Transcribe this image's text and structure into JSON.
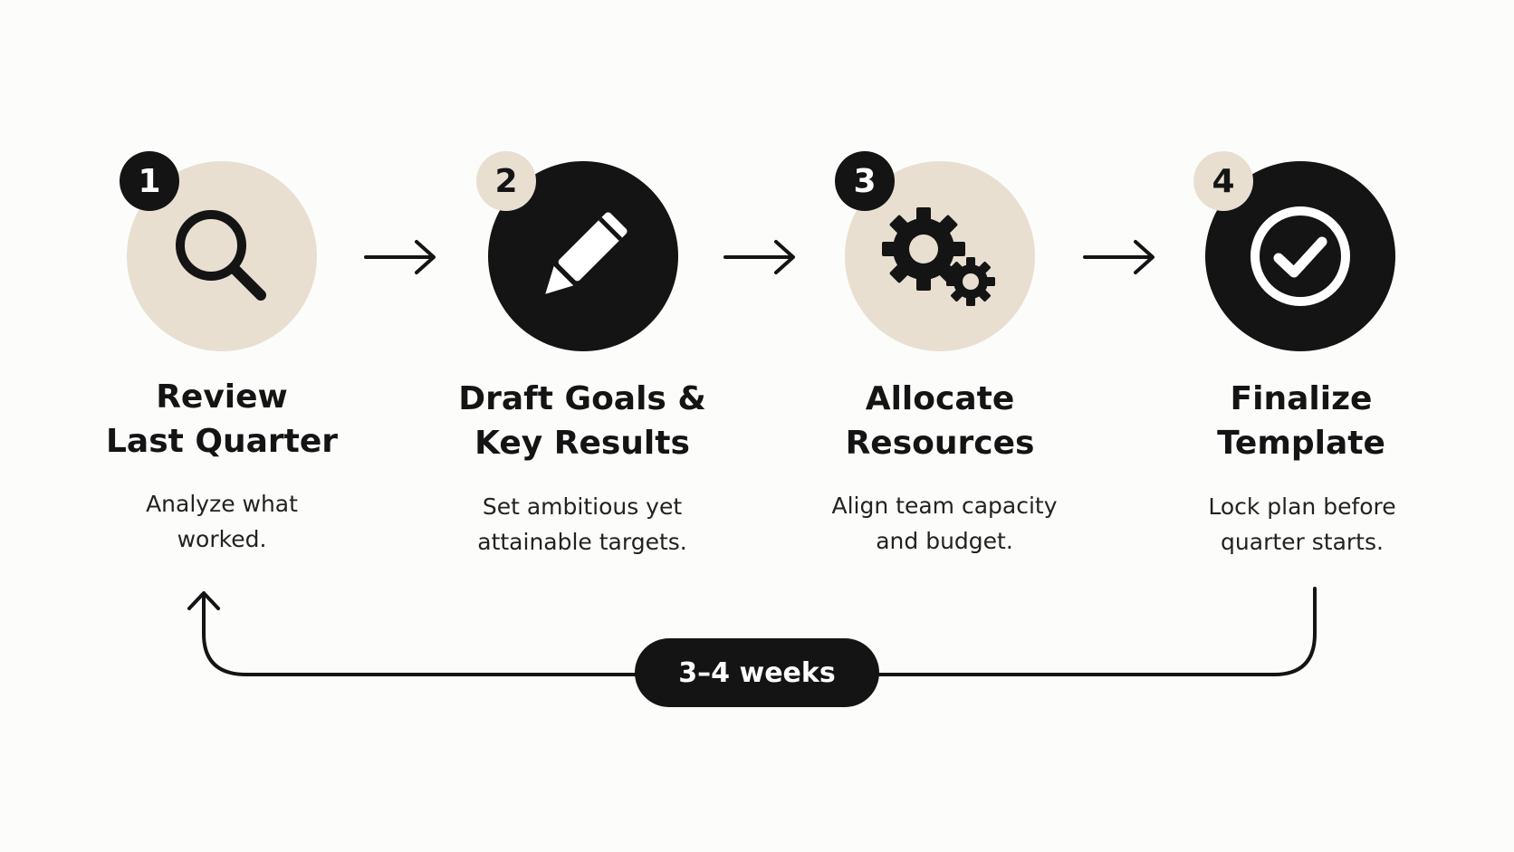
{
  "colors": {
    "dark": "#141414",
    "beige": "#e8dfd1",
    "background": "#fcfcfb",
    "white": "#ffffff"
  },
  "steps": [
    {
      "number": "1",
      "title_line1": "Review",
      "title_line2": "Last Quarter",
      "desc_line1": "Analyze what",
      "desc_line2": "worked.",
      "icon": "magnifier-icon",
      "circle_style": "beige",
      "badge_style": "dark"
    },
    {
      "number": "2",
      "title_line1": "Draft Goals &",
      "title_line2": "Key Results",
      "desc_line1": "Set ambitious yet",
      "desc_line2": "attainable targets.",
      "icon": "pencil-icon",
      "circle_style": "dark",
      "badge_style": "beige"
    },
    {
      "number": "3",
      "title_line1": "Allocate",
      "title_line2": "Resources",
      "desc_line1": "Align team capacity",
      "desc_line2": "and budget.",
      "icon": "gears-icon",
      "circle_style": "beige",
      "badge_style": "dark"
    },
    {
      "number": "4",
      "title_line1": "Finalize",
      "title_line2": "Template",
      "desc_line1": "Lock plan before",
      "desc_line2": "quarter starts.",
      "icon": "check-circle-icon",
      "circle_style": "dark",
      "badge_style": "beige"
    }
  ],
  "cycle": {
    "duration_label": "3–4 weeks"
  }
}
